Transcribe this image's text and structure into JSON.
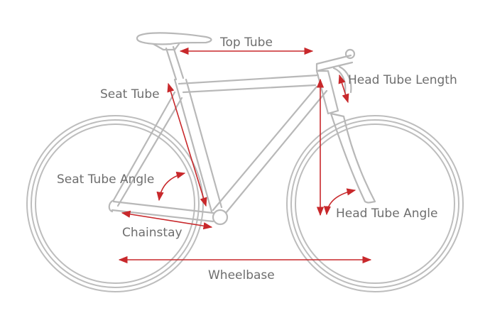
{
  "labels": {
    "top_tube": "Top Tube",
    "seat_tube": "Seat Tube",
    "head_tube_length": "Head Tube Length",
    "seat_tube_angle": "Seat Tube Angle",
    "head_tube_angle": "Head Tube Angle",
    "chainstay": "Chainstay",
    "wheelbase": "Wheelbase"
  },
  "colors": {
    "frame": "#b8b8b8",
    "wheel": "#bdbdbd",
    "arrow": "#c8282b",
    "text": "#6e6e6e"
  }
}
